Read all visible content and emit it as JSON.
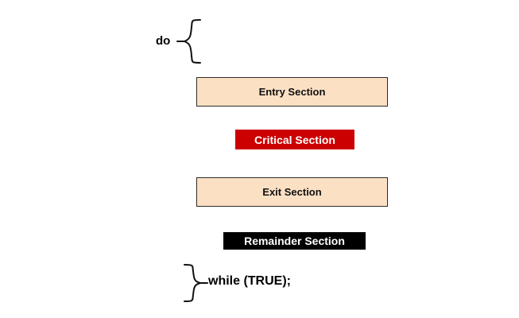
{
  "diagram": {
    "title": "do-while critical section structure",
    "background_color": "#ffffff",
    "keywords": {
      "do": "do",
      "while": "while (TRUE);"
    },
    "braces": {
      "top": "opening-brace",
      "bottom": "closing-brace"
    },
    "blocks": [
      {
        "id": "entry",
        "label": "Entry Section",
        "fill": "#fce0c4",
        "text_color": "#101010",
        "border_color": "#2b2b2b",
        "style": "outlined-box"
      },
      {
        "id": "critical",
        "label": "Critical Section",
        "fill": "#cc0000",
        "text_color": "#ffffff",
        "border_color": "none",
        "style": "filled-banner"
      },
      {
        "id": "exit",
        "label": "Exit Section",
        "fill": "#fce0c4",
        "text_color": "#101010",
        "border_color": "#2b2b2b",
        "style": "outlined-box"
      },
      {
        "id": "remainder",
        "label": "Remainder Section",
        "fill": "#000000",
        "text_color": "#ffffff",
        "border_color": "none",
        "style": "filled-banner"
      }
    ]
  }
}
